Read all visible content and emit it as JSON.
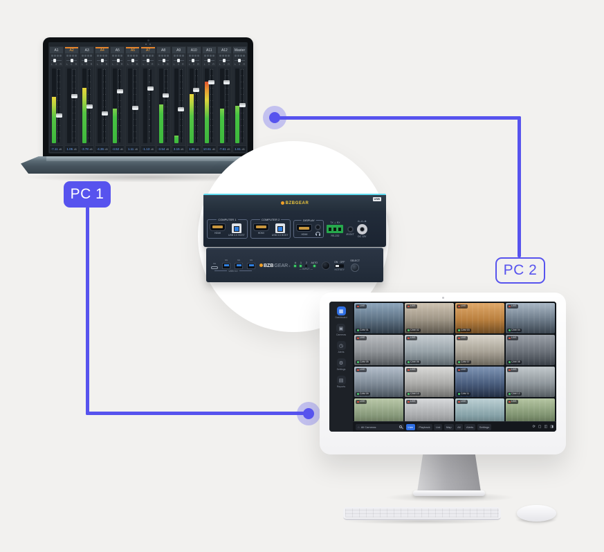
{
  "colors": {
    "accent": "#5753ee",
    "background": "#f2f1ef",
    "live_blue": "#2f6fe4",
    "kvm_edge_cyan": "#5fd9ee",
    "logo_yellow": "#f0c93c",
    "meter_green": "#3db83d"
  },
  "pc1": {
    "label": "PC 1"
  },
  "pc2": {
    "label": "PC 2"
  },
  "mixer": {
    "pan_l": "L",
    "pan_c": "0",
    "pan_r": "R",
    "unit": "dB",
    "channels": [
      {
        "name": "A1",
        "tone": "tone-idle",
        "level": "62%",
        "peak": "pk-yellow",
        "fader": "38%",
        "pan": "35%",
        "value": "-7.11"
      },
      {
        "name": "A2",
        "tone": "tone-active",
        "level": "0%",
        "peak": "pk-green",
        "fader": "62%",
        "pan": "50%",
        "value": "1.05"
      },
      {
        "name": "A3",
        "tone": "tone-idle",
        "level": "74%",
        "peak": "pk-yellow",
        "fader": "49%",
        "pan": "40%",
        "value": "-3.78"
      },
      {
        "name": "A4",
        "tone": "tone-active",
        "level": "0%",
        "peak": "pk-green",
        "fader": "40%",
        "pan": "50%",
        "value": "-4.36"
      },
      {
        "name": "A5",
        "tone": "tone-idle",
        "level": "46%",
        "peak": "pk-green",
        "fader": "68%",
        "pan": "60%",
        "value": "-4.52"
      },
      {
        "name": "A6",
        "tone": "tone-active",
        "level": "0%",
        "peak": "pk-green",
        "fader": "47%",
        "pan": "50%",
        "value": "1.11"
      },
      {
        "name": "A7",
        "tone": "tone-active",
        "level": "0%",
        "peak": "pk-green",
        "fader": "72%",
        "pan": "50%",
        "value": "-1.13"
      },
      {
        "name": "A8",
        "tone": "tone-idle",
        "level": "52%",
        "peak": "pk-green",
        "fader": "63%",
        "pan": "55%",
        "value": "-3.54"
      },
      {
        "name": "A9",
        "tone": "tone-idle",
        "level": "10%",
        "peak": "pk-green",
        "fader": "46%",
        "pan": "50%",
        "value": "3.15"
      },
      {
        "name": "A10",
        "tone": "tone-idle",
        "level": "66%",
        "peak": "pk-yellow",
        "fader": "70%",
        "pan": "45%",
        "value": "1.05"
      },
      {
        "name": "A11",
        "tone": "tone-idle",
        "level": "82%",
        "peak": "pk-red",
        "fader": "80%",
        "pan": "50%",
        "value": "10.61"
      },
      {
        "name": "A12",
        "tone": "tone-idle",
        "level": "46%",
        "peak": "pk-green",
        "fader": "80%",
        "pan": "50%",
        "value": "-7.61"
      },
      {
        "name": "Master",
        "tone": "tone-idle",
        "level": "50%",
        "peak": "pk-green",
        "fader": "51%",
        "pan": "50%",
        "value": "1.61"
      }
    ]
  },
  "kvm": {
    "top": {
      "logo": "BZBGEAR",
      "badge": "USB"
    },
    "rear": {
      "c1": {
        "title": "COMPUTER 1",
        "hdmi": "HDMI",
        "usb": "USB 3.0 HOST"
      },
      "c2": {
        "title": "COMPUTER 2",
        "hdmi": "HDMI",
        "usb": "USB 3.0 HOST"
      },
      "display": {
        "title": "DISPLAY",
        "hdmi": "HDMI"
      },
      "rs232": {
        "pins": "TX ⊥ RX",
        "label": "RS-232"
      },
      "ir": {
        "label": "IR EXT"
      },
      "dc": {
        "polarity": "⊖–⊙–⊕",
        "label": "DC 12V"
      }
    },
    "front": {
      "ss_label": "SS",
      "usb_group_label": "USB 3.0",
      "logo_prefix": "BZB",
      "logo_suffix": "GEAR",
      "logo_reg": "®",
      "leds": [
        {
          "label": "⊙",
          "tone": "led-on"
        },
        {
          "label": "1",
          "tone": "led-on"
        },
        {
          "label": "2",
          "tone": "led-off"
        },
        {
          "label": "AUTO",
          "tone": "led-on"
        }
      ],
      "input_label": "— INPUT —",
      "hotkey": {
        "on": "ON",
        "off": "OFF",
        "label": "HOTKEY"
      },
      "select": "SELECT"
    }
  },
  "monitor": {
    "badge_label": "LIVE",
    "sidebar": [
      {
        "icon": "▦",
        "label": "Dashboard",
        "tone": "sb-active"
      },
      {
        "icon": "▣",
        "label": "Cameras",
        "tone": "sb-idle"
      },
      {
        "icon": "◷",
        "label": "Alerts",
        "tone": "sb-idle"
      },
      {
        "icon": "⚙",
        "label": "Settings",
        "tone": "sb-idle"
      },
      {
        "icon": "▤",
        "label": "Reports",
        "tone": "sb-idle"
      }
    ],
    "cameras": [
      {
        "id": "CAM 01",
        "scene": "sc-city"
      },
      {
        "id": "CAM 02",
        "scene": "sc-office"
      },
      {
        "id": "CAM 03",
        "scene": "sc-warehouse"
      },
      {
        "id": "CAM 04",
        "scene": "sc-building"
      },
      {
        "id": "CAM 05",
        "scene": "sc-garage"
      },
      {
        "id": "CAM 06",
        "scene": "sc-street"
      },
      {
        "id": "CAM 07",
        "scene": "sc-workspace"
      },
      {
        "id": "CAM 08",
        "scene": "sc-parking"
      },
      {
        "id": "CAM 09",
        "scene": "sc-avenue"
      },
      {
        "id": "CAM 10",
        "scene": "sc-lobby"
      },
      {
        "id": "CAM 11",
        "scene": "sc-server"
      },
      {
        "id": "CAM 12",
        "scene": "sc-road"
      },
      {
        "id": "CAM 13",
        "scene": "sc-park"
      },
      {
        "id": "CAM 14",
        "scene": "sc-elevator"
      },
      {
        "id": "CAM 15",
        "scene": "sc-interior"
      },
      {
        "id": "CAM 16",
        "scene": "sc-garden"
      }
    ],
    "toolbar": {
      "search": "All Cameras",
      "buttons": [
        {
          "label": "Live",
          "tone": "tb-active"
        },
        {
          "label": "Playback",
          "tone": "tb-idle"
        },
        {
          "label": "List",
          "tone": "tb-idle"
        },
        {
          "label": "Map",
          "tone": "tb-idle"
        },
        {
          "label": "All",
          "tone": "tb-idle"
        },
        {
          "label": "Alerts",
          "tone": "tb-idle"
        },
        {
          "label": "Settings",
          "tone": "tb-idle"
        }
      ],
      "icons": [
        {
          "glyph": "⟳"
        },
        {
          "glyph": "▢"
        },
        {
          "glyph": "◫"
        },
        {
          "glyph": "◨"
        }
      ]
    }
  }
}
